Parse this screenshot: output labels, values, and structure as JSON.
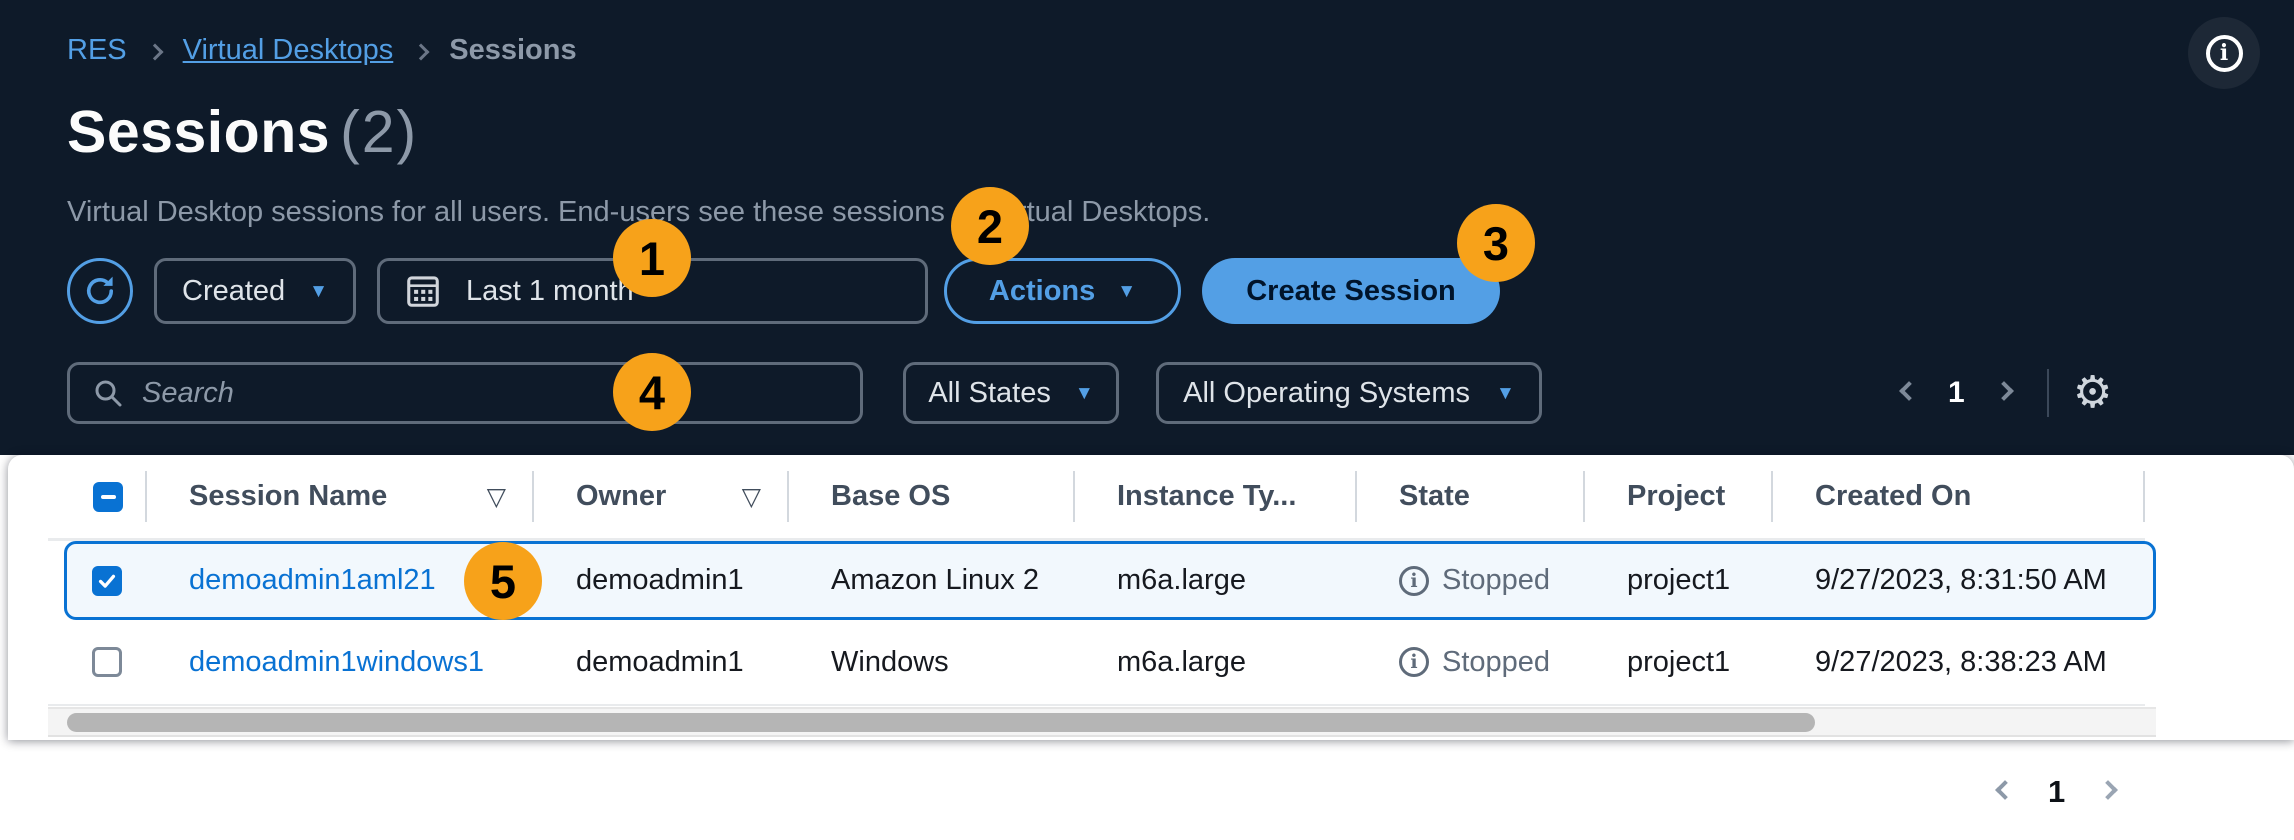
{
  "breadcrumb": {
    "items": [
      {
        "label": "RES"
      },
      {
        "label": "Virtual Desktops"
      },
      {
        "label": "Sessions"
      }
    ]
  },
  "page": {
    "title": "Sessions",
    "count": "(2)",
    "description": "Virtual Desktop sessions for all users. End-users see these sessions as Virtual Desktops."
  },
  "toolbar": {
    "sort_by": "Created",
    "date_range": "Last 1 month",
    "actions_label": "Actions",
    "create_label": "Create Session"
  },
  "filters": {
    "search_placeholder": "Search",
    "states": "All States",
    "os": "All Operating Systems"
  },
  "pagination": {
    "top_page": "1",
    "bottom_page": "1"
  },
  "table": {
    "columns": [
      {
        "label": "Session Name",
        "sortable": true
      },
      {
        "label": "Owner",
        "sortable": true
      },
      {
        "label": "Base OS",
        "sortable": false
      },
      {
        "label": "Instance Ty...",
        "sortable": false
      },
      {
        "label": "State",
        "sortable": false
      },
      {
        "label": "Project",
        "sortable": false
      },
      {
        "label": "Created On",
        "sortable": false
      }
    ],
    "rows": [
      {
        "name": "demoadmin1aml21",
        "owner": "demoadmin1",
        "base_os": "Amazon Linux 2",
        "instance_type": "m6a.large",
        "state": "Stopped",
        "project": "project1",
        "created_on": "9/27/2023, 8:31:50 AM",
        "selected": true
      },
      {
        "name": "demoadmin1windows1",
        "owner": "demoadmin1",
        "base_os": "Windows",
        "instance_type": "m6a.large",
        "state": "Stopped",
        "project": "project1",
        "created_on": "9/27/2023, 8:38:23 AM",
        "selected": false
      }
    ]
  },
  "annotations": {
    "badges": [
      "1",
      "2",
      "3",
      "4",
      "5"
    ]
  },
  "icons": {
    "caret_down": "▼",
    "sort_indicator": "▽",
    "gear": "⚙",
    "info_letter": "i"
  },
  "colors": {
    "accent_blue": "#539fe5",
    "link_blue": "#0972d3",
    "badge_orange": "#f7a21a",
    "selected_row_bg": "#f2f8fd",
    "selected_row_border": "#0972d3",
    "dark_header_bg": "#0e1a29",
    "muted_text": "#8d99a8",
    "state_gray": "#5f6b7a"
  }
}
